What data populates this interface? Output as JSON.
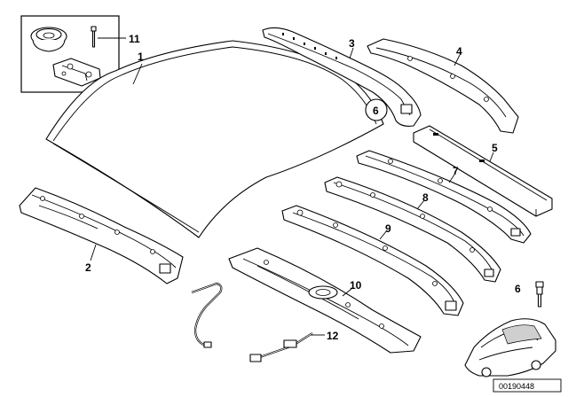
{
  "diagram": {
    "callouts": {
      "roof": "1",
      "front_crossmember": "2",
      "side_frame": "3",
      "roof_rail": "4",
      "bow_5": "5",
      "circled_6": "6",
      "bow_7": "7",
      "bow_8": "8",
      "bow_9": "9",
      "panel_10": "10",
      "inset_11": "11",
      "hose_12": "12",
      "screw_6": "6"
    },
    "document_number": "00190448"
  }
}
